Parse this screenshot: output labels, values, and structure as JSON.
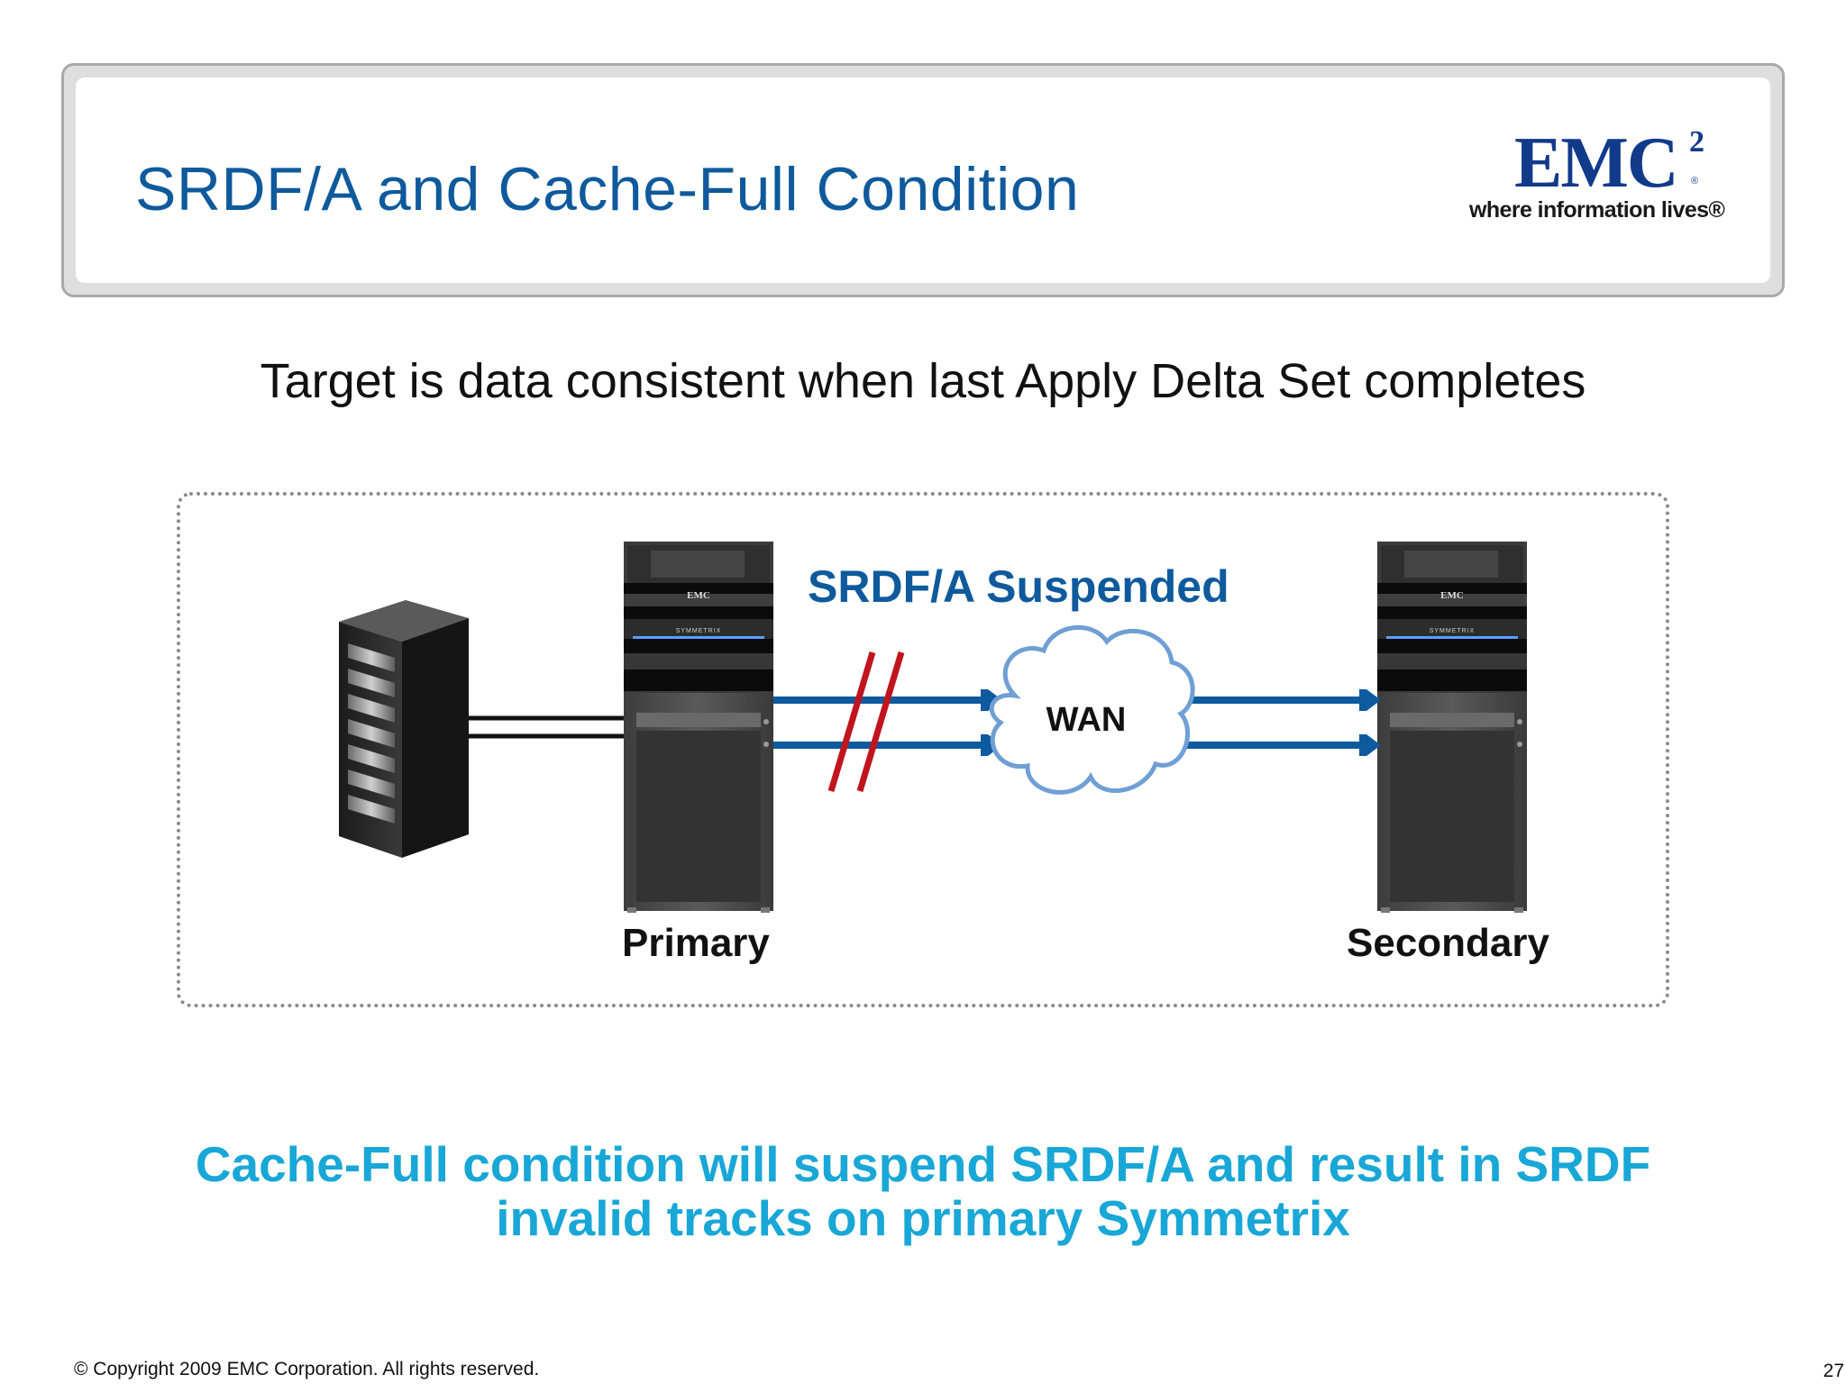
{
  "slide": {
    "title": "SRDF/A and Cache-Full Condition",
    "subtitle": "Target is data consistent when last Apply Delta Set completes"
  },
  "logo": {
    "wordmark": "EMC",
    "superscript": "2",
    "registered": "®",
    "tagline": "where information lives®"
  },
  "diagram": {
    "status_label": "SRDF/A Suspended",
    "network_label": "WAN",
    "primary_label": "Primary",
    "secondary_label": "Secondary",
    "array_brand": "EMC",
    "array_model": "SYMMETRIX",
    "link_color": "#0d5a9e",
    "break_color": "#c0141e"
  },
  "conclusion": {
    "line1": "Cache-Full condition will suspend SRDF/A and result in SRDF",
    "line2": "invalid tracks on primary Symmetrix"
  },
  "footer": {
    "copyright": "© Copyright 2009 EMC Corporation. All rights reserved.",
    "page_number": "27"
  }
}
